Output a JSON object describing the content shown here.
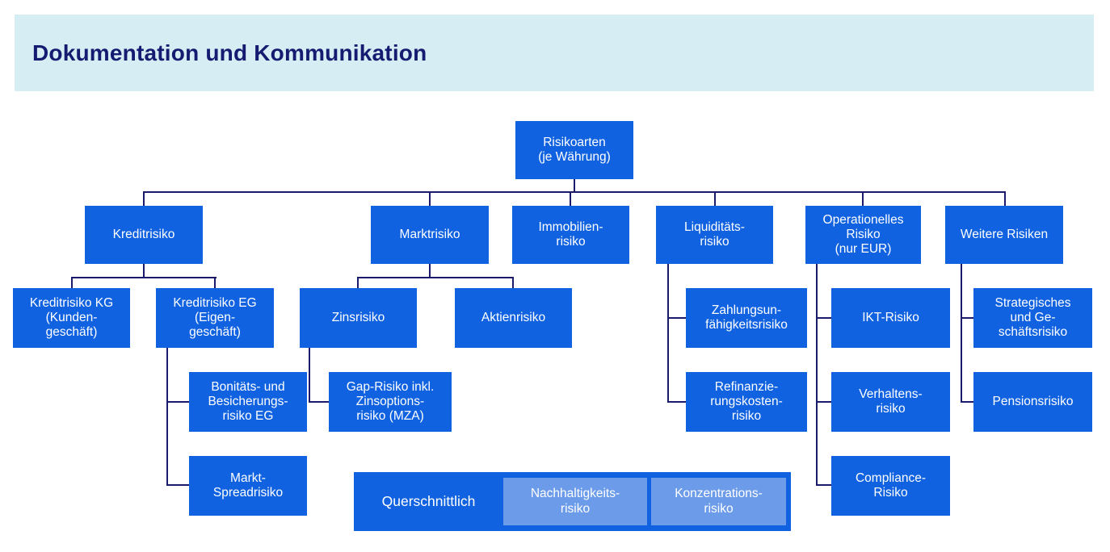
{
  "header": {
    "title": "Dokumentation und Kommunikation"
  },
  "colors": {
    "banner_bg": "#d6edf3",
    "banner_text": "#141b70",
    "box_blue": "#1062e0",
    "box_light_blue": "#6c9bea",
    "line_navy": "#1b1b6b",
    "box_text": "#ffffff"
  },
  "diagram": {
    "nodes": {
      "risikoarten": {
        "label": "Risikoarten\n(je Währung)"
      },
      "kreditrisiko": {
        "label": "Kreditrisiko"
      },
      "marktrisiko": {
        "label": "Marktrisiko"
      },
      "immobilienrisiko": {
        "label": "Immobilien-\nrisiko"
      },
      "liquiditaetsrisiko": {
        "label": "Liquiditäts-\nrisiko"
      },
      "operationellesrisiko": {
        "label": "Operationelles\nRisiko\n(nur EUR)"
      },
      "weitererisiken": {
        "label": "Weitere Risiken"
      },
      "kreditrisiko_kg": {
        "label": "Kreditrisiko KG\n(Kunden-\ngeschäft)"
      },
      "kreditrisiko_eg": {
        "label": "Kreditrisiko EG\n(Eigen-\ngeschäft)"
      },
      "zinsrisiko": {
        "label": "Zinsrisiko"
      },
      "aktienrisiko": {
        "label": "Aktienrisiko"
      },
      "zahlungsunfaehigkeitsrisiko": {
        "label": "Zahlungsun-\nfähigkeitsrisiko"
      },
      "ikt_risiko": {
        "label": "IKT-Risiko"
      },
      "strategisches_geschaeftsrisiko": {
        "label": "Strategisches\nund Ge-\nschäftsrisiko"
      },
      "bonitaets_besicherungsrisiko": {
        "label": "Bonitäts- und\nBesicherungs-\nrisiko EG"
      },
      "gap_risiko": {
        "label": "Gap-Risiko inkl.\nZinsoptions-\nrisiko (MZA)"
      },
      "refinanzierungskostenrisiko": {
        "label": "Refinanzie-\nrungskosten-\nrisiko"
      },
      "verhaltensrisiko": {
        "label": "Verhaltens-\nrisiko"
      },
      "pensionsrisiko": {
        "label": "Pensionsrisiko"
      },
      "markt_spreadrisiko": {
        "label": "Markt-\nSpreadrisiko"
      },
      "compliance_risiko": {
        "label": "Compliance-\nRisiko"
      }
    },
    "querschnittlich": {
      "label": "Querschnittlich",
      "items": {
        "nachhaltigkeitsrisiko": {
          "label": "Nachhaltigkeits-\nrisiko"
        },
        "konzentrationsrisiko": {
          "label": "Konzentrations-\nrisiko"
        }
      }
    },
    "tree": {
      "root": "risikoarten",
      "children_of": {
        "risikoarten": [
          "kreditrisiko",
          "marktrisiko",
          "immobilienrisiko",
          "liquiditaetsrisiko",
          "operationellesrisiko",
          "weitererisiken"
        ],
        "kreditrisiko": [
          "kreditrisiko_kg",
          "kreditrisiko_eg"
        ],
        "kreditrisiko_eg": [
          "bonitaets_besicherungsrisiko",
          "markt_spreadrisiko"
        ],
        "marktrisiko": [
          "zinsrisiko",
          "aktienrisiko"
        ],
        "zinsrisiko": [
          "gap_risiko"
        ],
        "liquiditaetsrisiko": [
          "zahlungsunfaehigkeitsrisiko",
          "refinanzierungskostenrisiko"
        ],
        "operationellesrisiko": [
          "ikt_risiko",
          "verhaltensrisiko",
          "compliance_risiko"
        ],
        "weitererisiken": [
          "strategisches_geschaeftsrisiko",
          "pensionsrisiko"
        ]
      }
    }
  }
}
